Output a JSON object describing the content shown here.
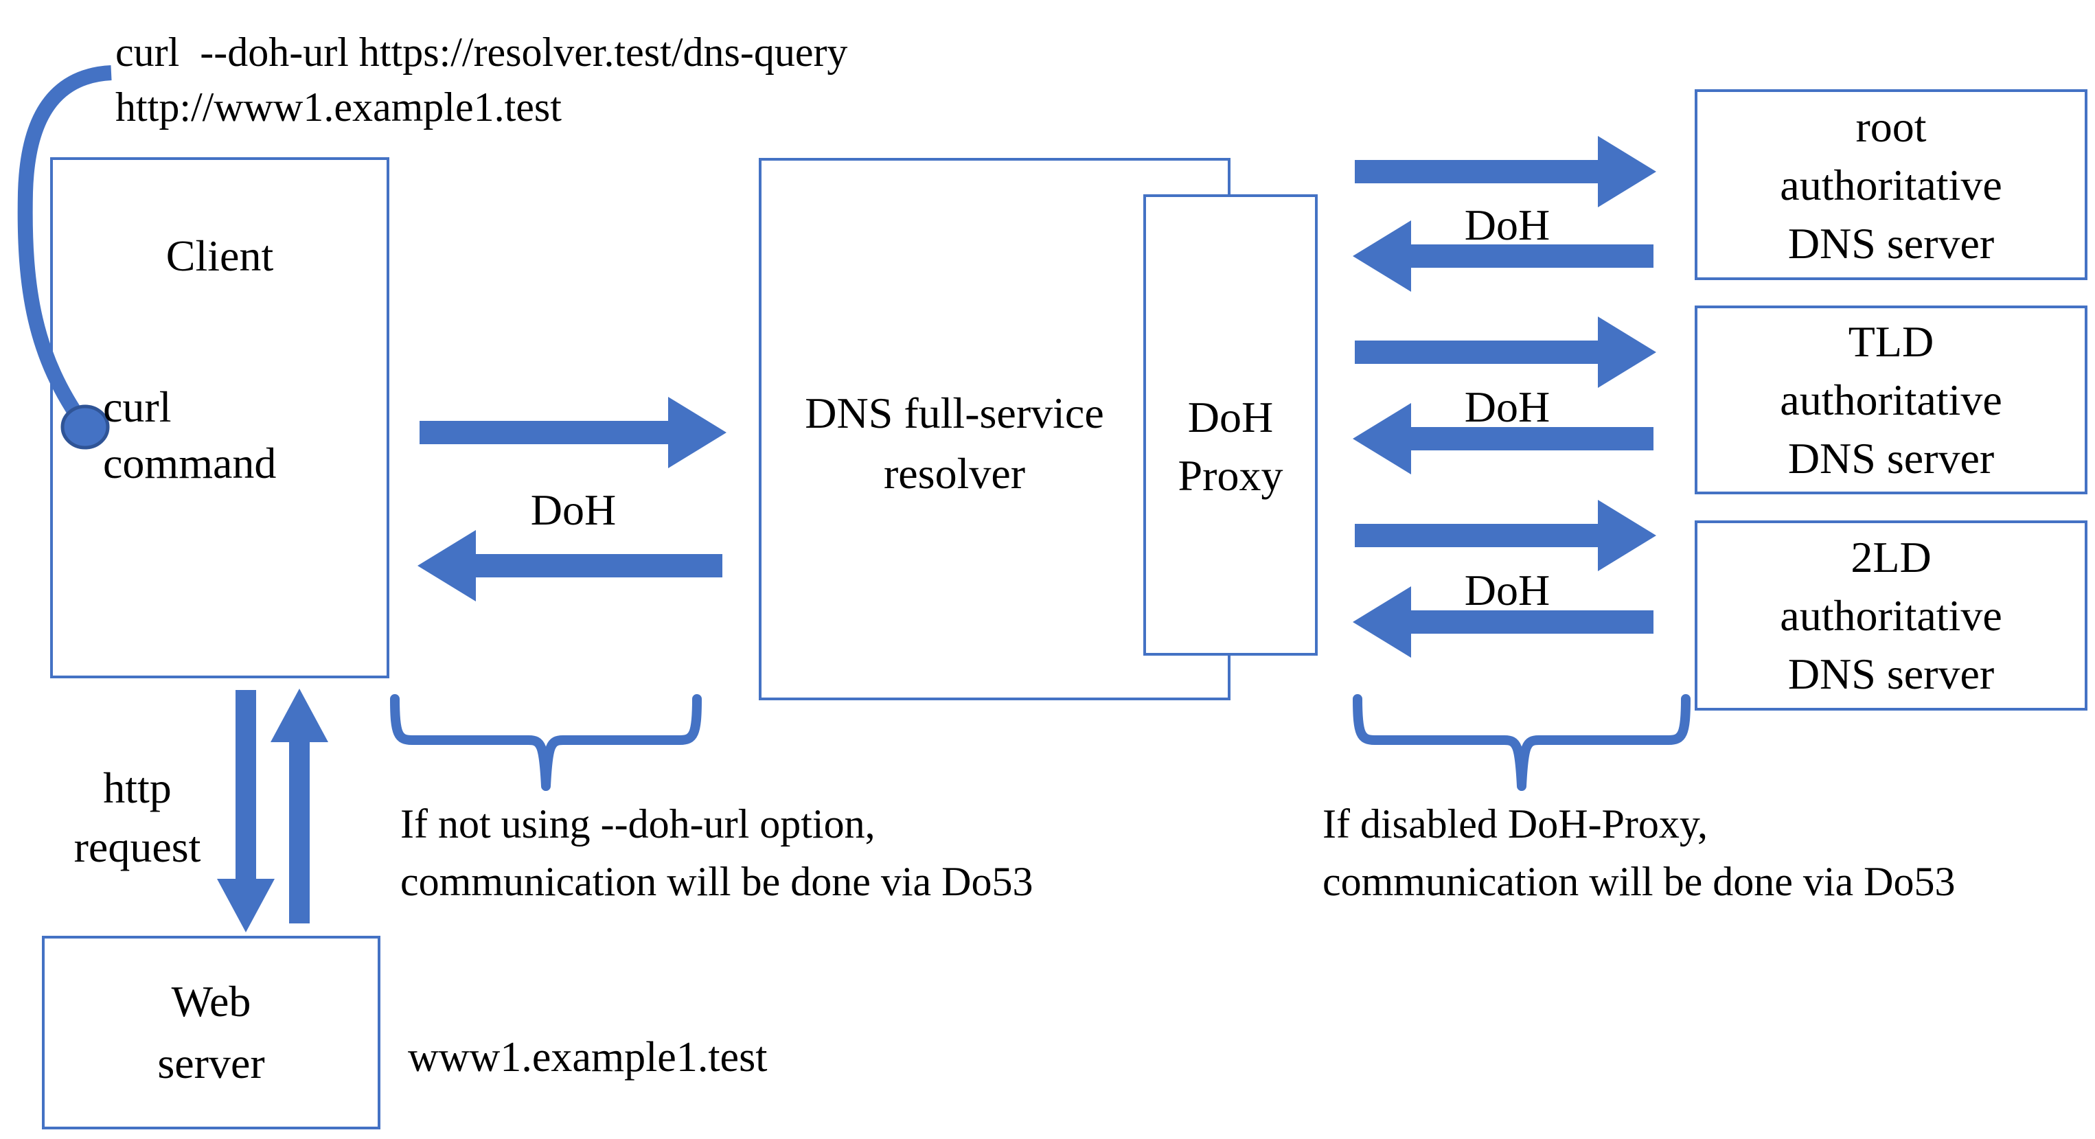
{
  "colors": {
    "accent": "#4472C4",
    "accent_dark": "#2F5496",
    "text": "#000000",
    "background": "#FFFFFF"
  },
  "command_annotation": {
    "line1": "curl  --doh-url https://resolver.test/dns-query",
    "line2": "http://www1.example1.test"
  },
  "client": {
    "title": "Client",
    "inner_line1": "curl",
    "inner_line2": "command"
  },
  "resolver": {
    "line1": "DNS full-service",
    "line2": "resolver"
  },
  "doh_proxy": {
    "line1": "DoH",
    "line2": "Proxy"
  },
  "auth_servers": [
    {
      "line1": "root",
      "line2": "authoritative",
      "line3": "DNS server"
    },
    {
      "line1": "TLD",
      "line2": "authoritative",
      "line3": "DNS server"
    },
    {
      "line1": "2LD",
      "line2": "authoritative",
      "line3": "DNS server"
    }
  ],
  "doh_labels": {
    "client_resolver": "DoH",
    "proxy_root": "DoH",
    "proxy_tld": "DoH",
    "proxy_2ld": "DoH"
  },
  "http_label": {
    "line1": "http",
    "line2": "request"
  },
  "web_server": {
    "line1": "Web",
    "line2": "server"
  },
  "web_domain": "www1.example1.test",
  "note_left": {
    "line1": "If not using --doh-url option,",
    "line2": "communication will be done via Do53"
  },
  "note_right": {
    "line1": "If disabled DoH-Proxy,",
    "line2": "communication will be done via Do53"
  }
}
